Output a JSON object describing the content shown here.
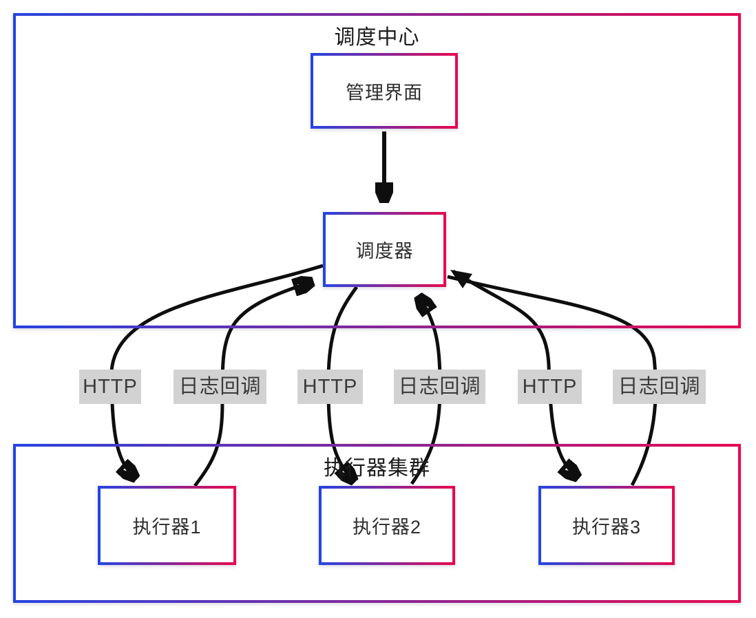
{
  "diagram": {
    "scheduling_center": {
      "title": "调度中心",
      "admin_ui_label": "管理界面",
      "scheduler_label": "调度器"
    },
    "executor_cluster": {
      "title": "执行器集群",
      "executors": [
        {
          "label": "执行器1"
        },
        {
          "label": "执行器2"
        },
        {
          "label": "执行器3"
        }
      ]
    },
    "edge_labels": [
      {
        "text": "HTTP"
      },
      {
        "text": "日志回调"
      },
      {
        "text": "HTTP"
      },
      {
        "text": "日志回调"
      },
      {
        "text": "HTTP"
      },
      {
        "text": "日志回调"
      }
    ],
    "colors": {
      "border_gradient_start": "#2644e0",
      "border_gradient_end": "#e60a50",
      "edge_label_background": "#d2d2d2",
      "arrow": "#0e0e0e",
      "text": "#2d2d2d",
      "background": "#ffffff"
    }
  }
}
